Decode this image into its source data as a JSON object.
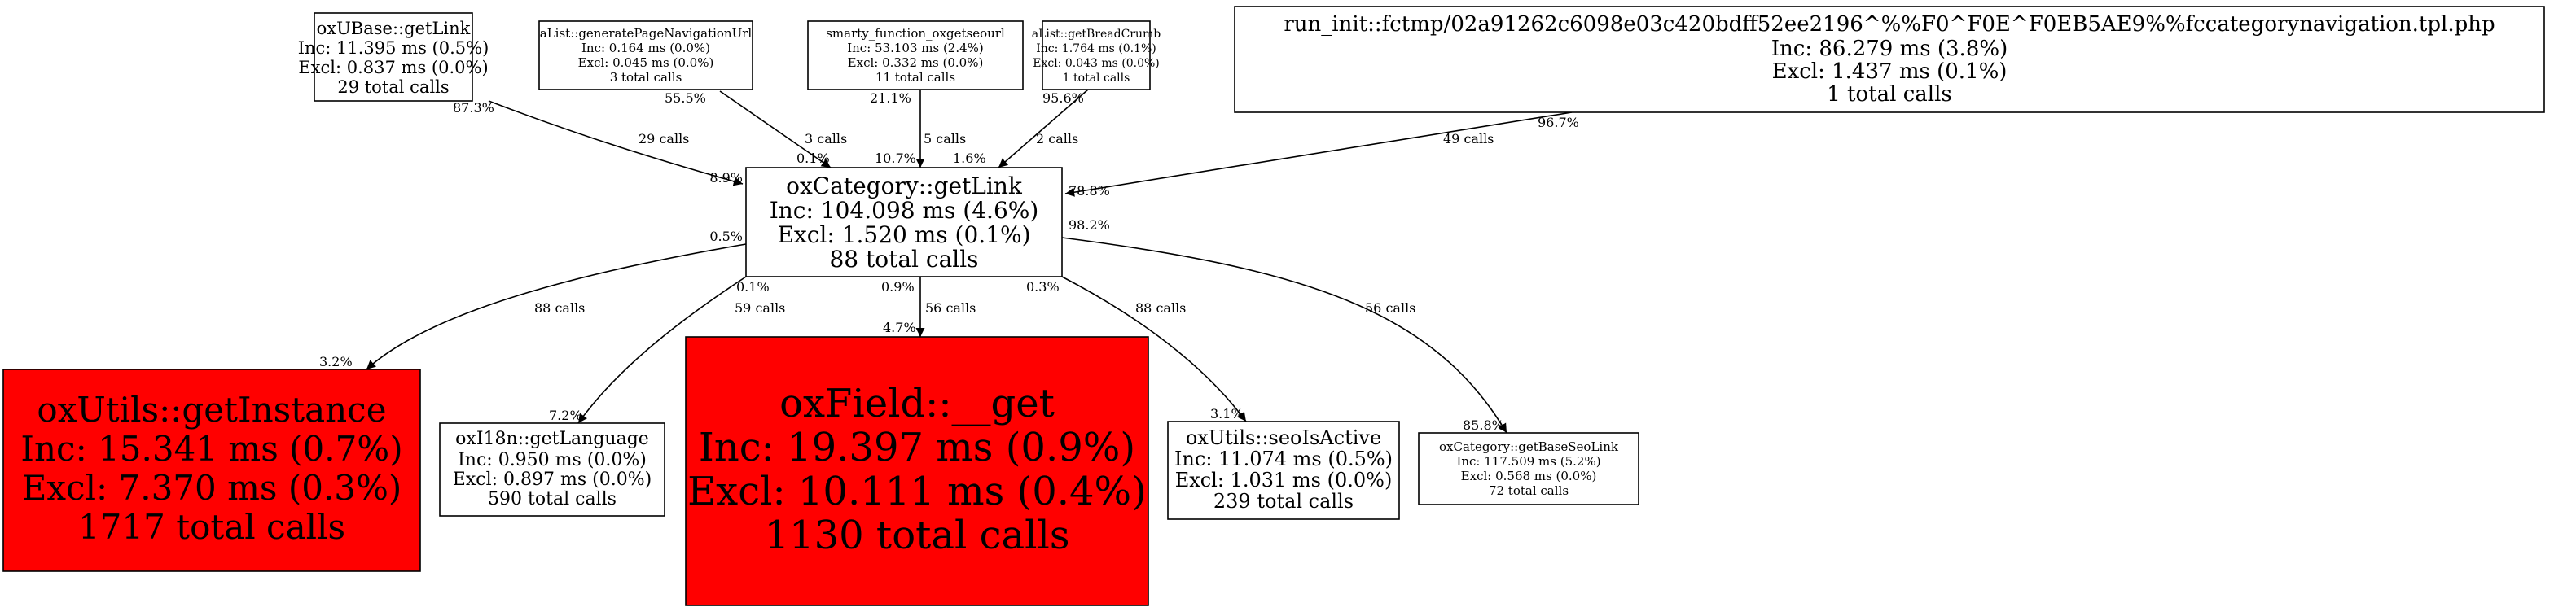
{
  "colors": {
    "hot": "#ff0000",
    "normal": "#ffffff",
    "edge": "#000000"
  },
  "nodes": {
    "ubase_getlink": {
      "name": "oxUBase::getLink",
      "inc": "Inc: 11.395 ms (0.5%)",
      "excl": "Excl: 0.837 ms (0.0%)",
      "calls": "29 total calls"
    },
    "alist_pagenav": {
      "name": "aList::generatePageNavigationUrl",
      "inc": "Inc: 0.164 ms (0.0%)",
      "excl": "Excl: 0.045 ms (0.0%)",
      "calls": "3 total calls"
    },
    "smarty_seourl": {
      "name": "smarty_function_oxgetseourl",
      "inc": "Inc: 53.103 ms (2.4%)",
      "excl": "Excl: 0.332 ms (0.0%)",
      "calls": "11 total calls"
    },
    "alist_breadcrumb": {
      "name": "aList::getBreadCrumb",
      "inc": "Inc: 1.764 ms (0.1%)",
      "excl": "Excl: 0.043 ms (0.0%)",
      "calls": "1 total calls"
    },
    "run_init": {
      "name": "run_init::fctmp/02a91262c6098e03c420bdff52ee2196^%%F0^F0E^F0EB5AE9%%fccategorynavigation.tpl.php",
      "inc": "Inc: 86.279 ms (3.8%)",
      "excl": "Excl: 1.437 ms (0.1%)",
      "calls": "1 total calls"
    },
    "category_getlink": {
      "name": "oxCategory::getLink",
      "inc": "Inc: 104.098 ms (4.6%)",
      "excl": "Excl: 1.520 ms (0.1%)",
      "calls": "88 total calls"
    },
    "utils_getinstance": {
      "name": "oxUtils::getInstance",
      "inc": "Inc: 15.341 ms (0.7%)",
      "excl": "Excl: 7.370 ms (0.3%)",
      "calls": "1717 total calls"
    },
    "i18n_getlanguage": {
      "name": "oxI18n::getLanguage",
      "inc": "Inc: 0.950 ms (0.0%)",
      "excl": "Excl: 0.897 ms (0.0%)",
      "calls": "590 total calls"
    },
    "field_get": {
      "name": "oxField::__get",
      "inc": "Inc: 19.397 ms (0.9%)",
      "excl": "Excl: 10.111 ms (0.4%)",
      "calls": "1130 total calls"
    },
    "utils_seoisactive": {
      "name": "oxUtils::seoIsActive",
      "inc": "Inc: 11.074 ms (0.5%)",
      "excl": "Excl: 1.031 ms (0.0%)",
      "calls": "239 total calls"
    },
    "category_baseseolink": {
      "name": "oxCategory::getBaseSeoLink",
      "inc": "Inc: 117.509 ms (5.2%)",
      "excl": "Excl: 0.568 ms (0.0%)",
      "calls": "72 total calls"
    }
  },
  "edges": [
    {
      "from": "oxUBase::getLink",
      "to": "oxCategory::getLink",
      "calls": "29 calls",
      "src_pct": "87.3%",
      "dst_pct": "8.9%"
    },
    {
      "from": "aList::generatePageNavigationUrl",
      "to": "oxCategory::getLink",
      "calls": "3 calls",
      "src_pct": "55.5%",
      "dst_pct": "0.1%"
    },
    {
      "from": "smarty_function_oxgetseourl",
      "to": "oxCategory::getLink",
      "calls": "5 calls",
      "src_pct": "21.1%",
      "dst_pct": "10.7%"
    },
    {
      "from": "aList::getBreadCrumb",
      "to": "oxCategory::getLink",
      "calls": "2 calls",
      "src_pct": "95.6%",
      "dst_pct": "1.6%"
    },
    {
      "from": "run_init",
      "to": "oxCategory::getLink",
      "calls": "49 calls",
      "src_pct": "96.7%",
      "dst_pct": "78.8%"
    },
    {
      "from": "oxCategory::getLink",
      "to": "oxUtils::getInstance",
      "calls": "88 calls",
      "src_pct": "0.5%",
      "dst_pct": "3.2%"
    },
    {
      "from": "oxCategory::getLink",
      "to": "oxI18n::getLanguage",
      "calls": "59 calls",
      "src_pct": "0.1%",
      "dst_pct": "7.2%"
    },
    {
      "from": "oxCategory::getLink",
      "to": "oxField::__get",
      "calls": "56 calls",
      "src_pct": "0.9%",
      "dst_pct": "4.7%"
    },
    {
      "from": "oxCategory::getLink",
      "to": "oxUtils::seoIsActive",
      "calls": "88 calls",
      "src_pct": "0.3%",
      "dst_pct": "3.1%"
    },
    {
      "from": "oxCategory::getLink",
      "to": "oxCategory::getBaseSeoLink",
      "calls": "56 calls",
      "src_pct": "98.2%",
      "dst_pct": "85.8%"
    }
  ]
}
